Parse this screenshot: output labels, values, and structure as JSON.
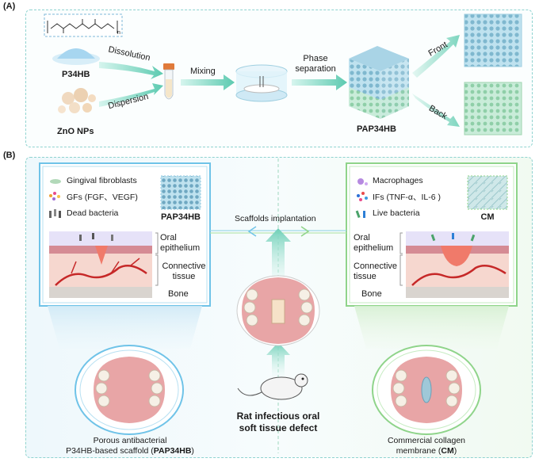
{
  "panel_a": {
    "letter": "(A)",
    "p34hb": "P34HB",
    "zno": "ZnO NPs",
    "dissolution": "Dissolution",
    "dispersion": "Dispersion",
    "mixing": "Mixing",
    "phase_separation_1": "Phase",
    "phase_separation_2": "separation",
    "pap34hb": "PAP34HB",
    "front": "Front",
    "back": "Back",
    "formula_subscript": "n"
  },
  "panel_b": {
    "letter": "(B)",
    "left_legend": [
      "Gingival fibroblasts",
      "GFs (FGF、VEGF)",
      "Dead bacteria"
    ],
    "left_inset_label": "PAP34HB",
    "right_legend": [
      "Macrophages",
      "IFs (TNF-α、IL-6 )",
      "Live bacteria"
    ],
    "right_inset_label": "CM",
    "scaffolds_implantation": "Scaffolds implantation",
    "oral_epithelium_1": "Oral",
    "oral_epithelium_2": "epithelium",
    "connective_1": "Connective",
    "connective_2": "tissue",
    "bone": "Bone",
    "rat_1": "Rat infectious oral",
    "rat_2": "soft tissue defect",
    "left_caption_1": "Porous antibacterial",
    "left_caption_2a": "P34HB-based scaffold (",
    "left_caption_2b": "PAP34HB",
    "left_caption_2c": ")",
    "right_caption_1": "Commercial collagen",
    "right_caption_2a": "membrane (",
    "right_caption_2b": "CM",
    "right_caption_2c": ")"
  },
  "colors": {
    "panel_border": "#8fd3d0",
    "blue_frame": "#6fc3e8",
    "green_frame": "#8fd48a",
    "arrow_teal": "#5ccab0",
    "tissue_pink": "#f6d7cf",
    "epithelium": "#e0a1a8",
    "vessel": "#c62828"
  }
}
